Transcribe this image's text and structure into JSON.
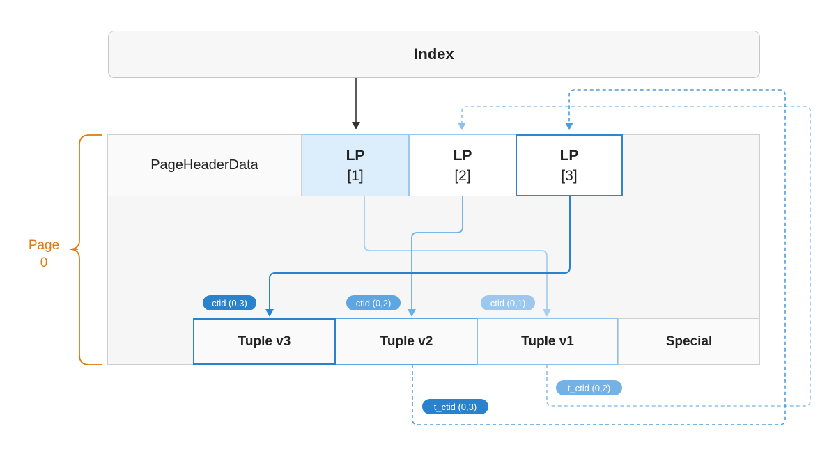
{
  "index": {
    "label": "Index"
  },
  "page": {
    "label_line1": "Page",
    "label_line2": "0",
    "header_label": "PageHeaderData"
  },
  "line_pointers": [
    {
      "title": "LP",
      "index": "[1]"
    },
    {
      "title": "LP",
      "index": "[2]"
    },
    {
      "title": "LP",
      "index": "[3]"
    }
  ],
  "tuples": [
    {
      "label": "Tuple v3",
      "ctid": "ctid (0,3)"
    },
    {
      "label": "Tuple v2",
      "ctid": "ctid (0,2)",
      "t_ctid": "t_ctid (0,3)"
    },
    {
      "label": "Tuple v1",
      "ctid": "ctid (0,1)",
      "t_ctid": "t_ctid (0,2)"
    }
  ],
  "special": {
    "label": "Special"
  },
  "colors": {
    "dark_blue": "#2a82cc",
    "mid_blue": "#5da6e1",
    "light_blue": "#9dc7ec",
    "orange": "#e07a10",
    "index_arrow": "#333333"
  }
}
